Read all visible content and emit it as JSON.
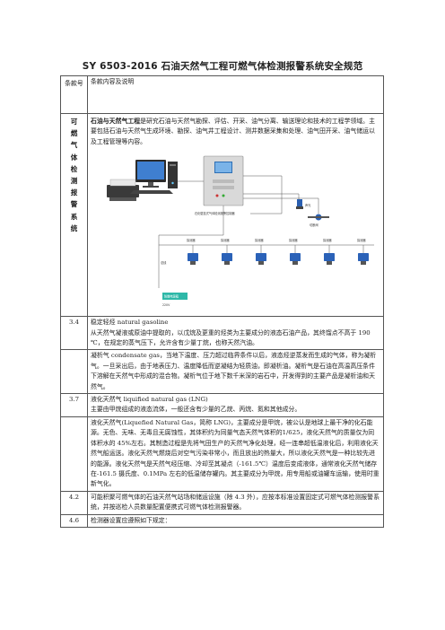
{
  "doc": {
    "title": "SY 6503-2016 石油天然气工程可燃气体检测报警系统安全规范"
  },
  "table": {
    "header": {
      "no": "条款号",
      "content": "条款内容及说明"
    },
    "row_intro": {
      "side_label": [
        "可",
        "燃",
        "气",
        "体",
        "检",
        "测",
        "报",
        "警",
        "系",
        "统"
      ],
      "bold_term": "石油与天然气工程",
      "text": "是研究石油与天然气勘探、评估、开采、油气分离、输送理论和技术的工程学领域。主要包括石油与天然气生成环境、勘探、油气井工程设计、测井数据采集和处理、油气田开采、油气储运以及工程管理等内容。"
    },
    "diagram": {
      "host_label": "石化壁挂式气体检测报警控制器",
      "alarm_label": "声光",
      "valve_label": "切断阀",
      "bus_label": "总线",
      "psu_label": "防爆电源箱",
      "psu_voltage": "220V",
      "detector_label": "探测器",
      "detector_count": 6
    },
    "rows": [
      {
        "no": "3.4",
        "lines": [
          "稳定轻烃 natural gasoline",
          "从天然气凝液或原油中提取的，以戊烷及更重的烃类为主要成分的液态石油产品，其终馏点不高于 190 ℃，在规定的蒸气压下，允许含有少量丁烷，也称天然汽油。"
        ]
      },
      {
        "no": "",
        "lines": [
          "凝析气 condensate gas，当地下温度、压力超过临界条件以后，液态烃逆蒸发而生成的气体，称为凝析气。一旦采出后，由于地表压力、温度降低而逆凝结为轻质油，即凝析油。凝析气是石油在高温高压条件下溶解在天然气中形成的混合物。凝析气位于地下数千米深的岩石中，开发得到的主要产品是凝析油和天然气。"
        ]
      },
      {
        "no": "3.7",
        "lines": [
          "液化天然气 liquified natural gas (LNG)",
          "主要由甲烷组成的液态流体，一般还含有少量的乙烷、丙烷、氮和其他成分。"
        ]
      },
      {
        "no": "",
        "lines": [
          "液化天然气(Liquefied Natural Gas，简称 LNG)，主要成分是甲烷，被公认是地球上最干净的化石能源。无色、无味、无毒且无腐蚀性，其体积约为同量气态天然气体积的1/625，液化天然气的质量仅为同体积水的 45%左右。其制造过程是先将气田生产的天然气净化处理，经一连串超低温液化后，利用液化天然气船运送。液化天然气燃烧后对空气污染非常小，而且放出的热量大，所以液化天然气是一种比较先进的能源。液化天然气是天然气经压缩、冷却至其凝点（-161.5℃）温度后变成液体，通常液化天然气储存在-161.5 摄氏度、0.1MPa 左右的低温储存罐内。其主要成分为甲烷，用专用船或油罐车运输，使用时重新气化。"
        ]
      },
      {
        "no": "4.2",
        "lines": [
          "可能积聚可燃气体的石油天然气站场和储运设施（除 4.3 外），应按本标准设置固定式可燃气体检测报警系统，并按巡检人员数量配置便携式可燃气体检测报警器。"
        ]
      },
      {
        "no": "4.6",
        "lines": [
          "检测器设置应遵照如下规定："
        ]
      }
    ]
  }
}
